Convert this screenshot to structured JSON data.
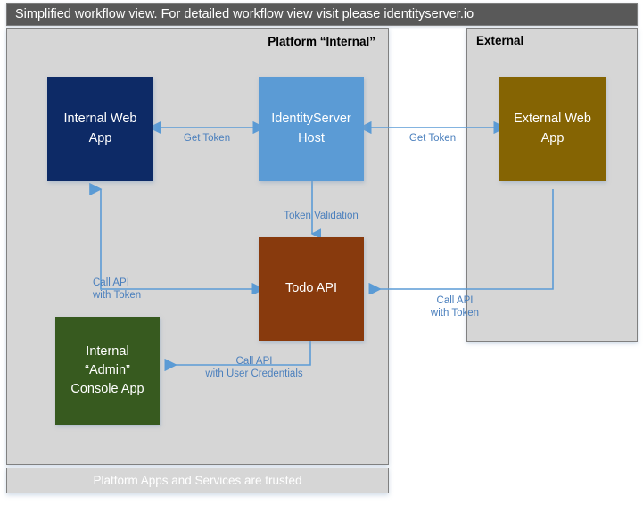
{
  "header": {
    "text": "Simplified workflow view. For detailed workflow view visit please identityserver.io"
  },
  "panels": {
    "platform": {
      "title": "Platform “Internal”"
    },
    "external": {
      "title": "External"
    }
  },
  "footer": {
    "text": "Platform Apps and Services are trusted"
  },
  "nodes": {
    "internal_web_app": {
      "label": "Internal Web\nApp",
      "color": "#0d2a66"
    },
    "identityserver_host": {
      "label": "IdentityServer\nHost",
      "color": "#5b9bd5"
    },
    "external_web_app": {
      "label": "External Web\nApp",
      "color": "#856403"
    },
    "todo_api": {
      "label": "Todo API",
      "color": "#883a0d"
    },
    "admin_console_app": {
      "label": "Internal\n“Admin”\nConsole App",
      "color": "#375a1f"
    }
  },
  "connectors": {
    "get_token_internal": {
      "label": "Get Token"
    },
    "get_token_external": {
      "label": "Get Token"
    },
    "token_validation": {
      "label": "Token Validation"
    },
    "call_api_with_token_internal": {
      "label": "Call API\nwith Token"
    },
    "call_api_with_token_external": {
      "label": "Call API\nwith Token"
    },
    "call_api_with_user_credentials": {
      "label": "Call API\nwith User Credentials"
    }
  },
  "colors": {
    "arrow": "#5b9bd5",
    "panel_fill": "#d6d6d6",
    "panel_border": "#808080",
    "header_fill": "#595959",
    "label_text": "#4a7fbd"
  }
}
